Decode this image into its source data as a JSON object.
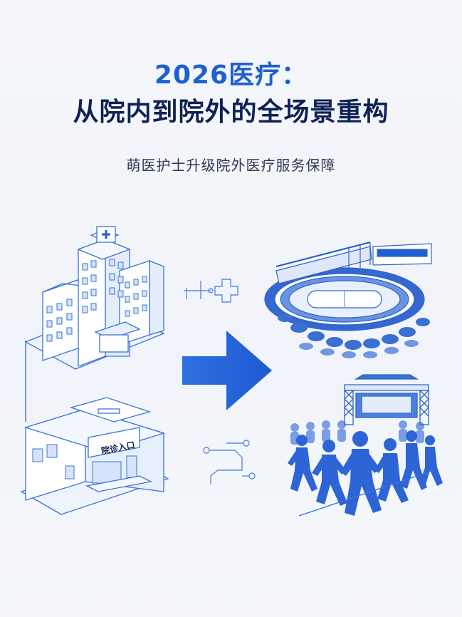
{
  "header": {
    "title_line1": "2026医疗：",
    "title_line2": "从院内到院外的全场景重构",
    "subtitle": "萌医护士升级院外医疗服务保障"
  },
  "clinic": {
    "sign_text": "院诊入口"
  },
  "colors": {
    "accent_blue": "#1f5fcf",
    "dark_navy": "#0f2253",
    "line_blue": "#3a74d6",
    "light_fill": "#e8effc"
  },
  "icons": [
    "hospital-building-icon",
    "clinic-building-icon",
    "arrow-right-icon",
    "stadium-icon",
    "concert-stage-icon",
    "marathon-runners-icon",
    "medical-cross-icon",
    "circuit-icon"
  ]
}
